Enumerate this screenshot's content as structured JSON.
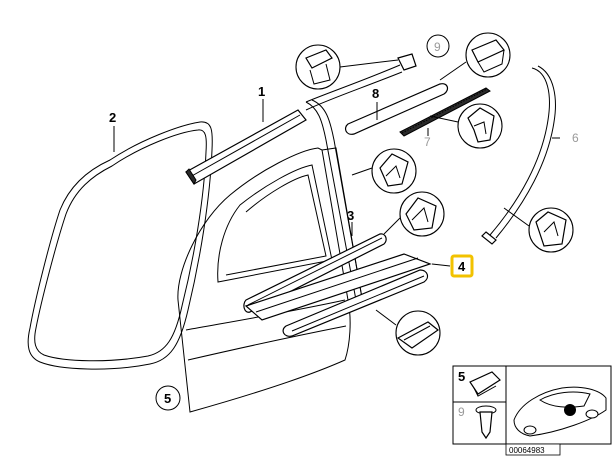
{
  "callouts": {
    "c1": "1",
    "c2": "2",
    "c3": "3",
    "c4": "4",
    "c5": "5",
    "c6": "6",
    "c7": "7",
    "c8": "8",
    "c9": "9"
  },
  "inset": {
    "label_5": "5",
    "label_9": "9",
    "diagram_id": "00064983"
  },
  "colors": {
    "highlight": "#f2c200",
    "grey_label": "#9a9a9a"
  }
}
